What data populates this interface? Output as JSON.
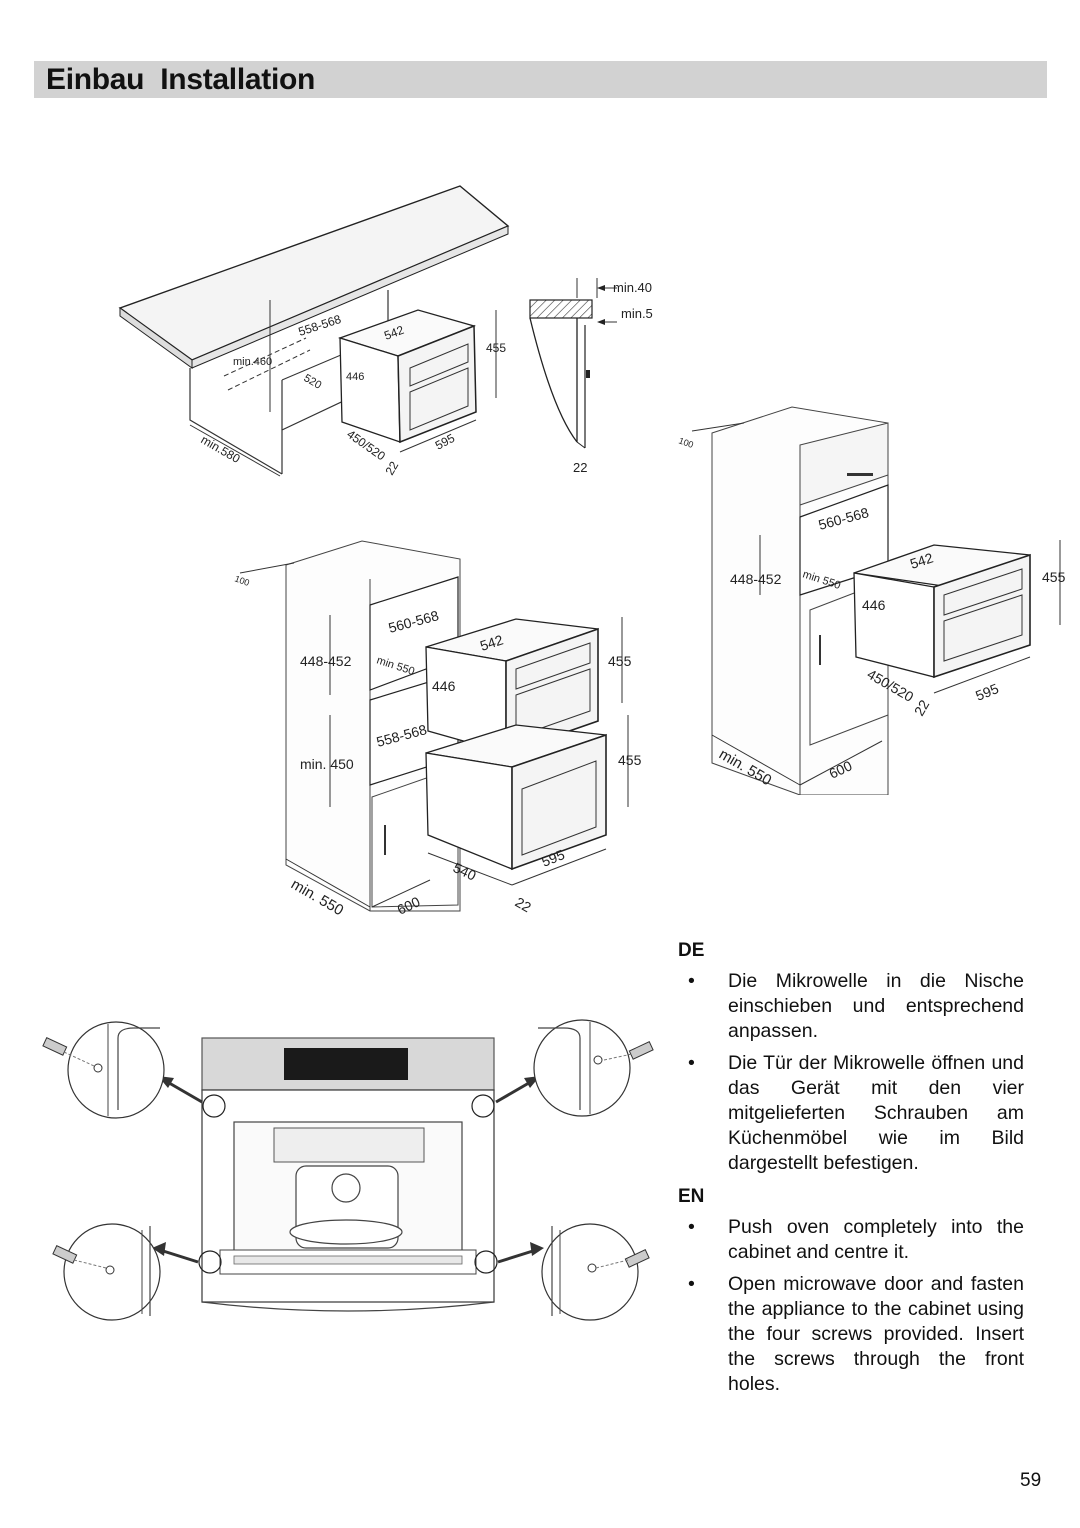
{
  "header": {
    "title": "Einbau  Installation"
  },
  "figure_top": {
    "labels": {
      "d1": "558-568",
      "d2": "542",
      "d3": "455",
      "d4": "min.460",
      "d5": "520",
      "d6": "446",
      "d7": "min.580",
      "d8": "450/520",
      "d9": "22",
      "d10": "595"
    }
  },
  "figure_side": {
    "labels": {
      "d1": "min.40",
      "d2": "min.5",
      "d3": "22"
    }
  },
  "figure_right": {
    "labels": {
      "d1": "100",
      "d2": "560-568",
      "d3": "448-452",
      "d4": "min 550",
      "d5": "542",
      "d6": "455",
      "d7": "446",
      "d8": "450/520",
      "d9": "22",
      "d10": "595",
      "d11": "min. 550",
      "d12": "600"
    }
  },
  "figure_mid": {
    "labels": {
      "d1": "100",
      "d2": "560-568",
      "d3": "448-452",
      "d4": "min 550",
      "d5": "542",
      "d6": "455",
      "d7": "446",
      "d8": "558-568",
      "d9": "min. 450",
      "d10": "455",
      "d11": "540",
      "d12": "595",
      "d13": "22",
      "d14": "min. 550",
      "d15": "600"
    }
  },
  "text": {
    "de_heading": "DE",
    "de_items": [
      "Die Mikrowelle in die Nische einschieben und entsprechend anpassen.",
      "Die Tür der Mikrowelle öffnen und das Gerät mit den vier mitgelieferten Schrauben am Küchenmöbel wie im Bild dargestellt befestigen."
    ],
    "en_heading": "EN",
    "en_items": [
      "Push oven completely into the cabinet and centre it.",
      "Open microwave door and fasten the appliance to the cabinet using the four screws provided. Insert the screws through the front holes."
    ]
  },
  "page_number": "59"
}
